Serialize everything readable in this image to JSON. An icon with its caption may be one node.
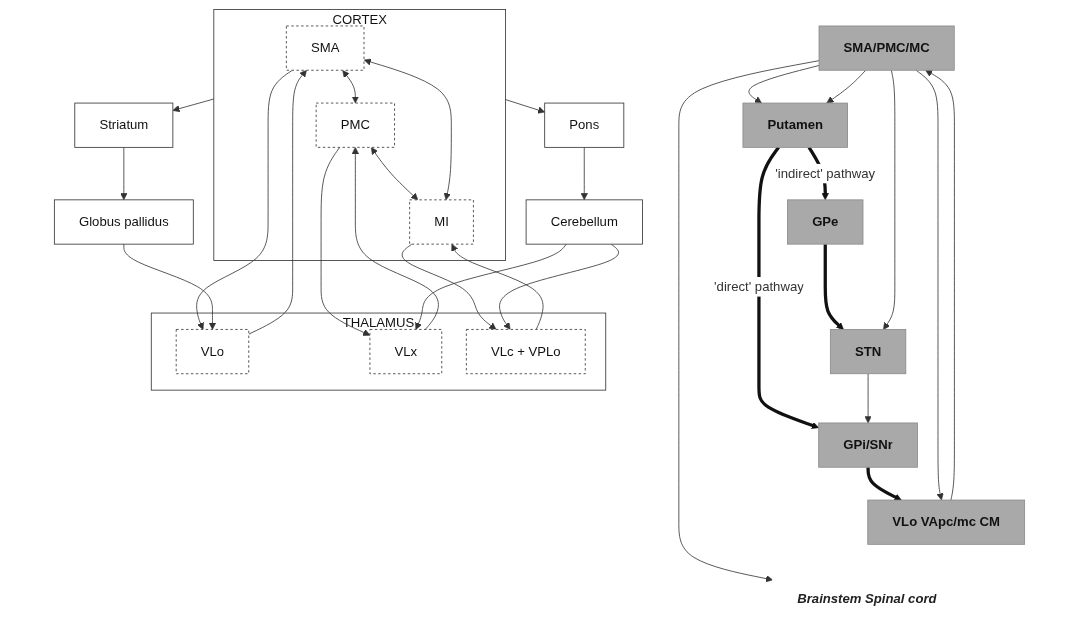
{
  "diagram": {
    "nodes": [
      {
        "text": [
          "SMA/PMC/MC"
        ]
      },
      {
        "text": [
          "Putamen"
        ]
      },
      {
        "text": [
          "GPe"
        ]
      },
      {
        "text": [
          "STN"
        ]
      },
      {
        "text": [
          "GPi/SNr"
        ]
      },
      {
        "text": [
          "VLo VApc/mc CM"
        ]
      },
      {
        "text": [
          "Brainstem Spinal cord"
        ]
      },
      {
        "text": [
          "CORTEX"
        ]
      },
      {
        "text": [
          "SMA"
        ],
        "in": 7
      },
      {
        "text": [
          "PMC"
        ],
        "in": 7
      },
      {
        "text": [
          "MI"
        ],
        "in": 7
      },
      {
        "text": [
          "THALAMUS"
        ]
      },
      {
        "text": [
          "VLo"
        ],
        "in": 11
      },
      {
        "text": [
          "VLx"
        ],
        "in": 11
      },
      {
        "text": [
          "VLc + VPLo"
        ],
        "in": 11
      },
      {
        "text": [
          "Striatum"
        ]
      },
      {
        "text": [
          "Globus pallidus"
        ]
      },
      {
        "text": [
          "Cerebellum"
        ]
      },
      {
        "text": [
          "Pons"
        ]
      }
    ],
    "edges": [
      {
        "from": 0,
        "to": 1,
        "arrow": "to"
      },
      {
        "from": 0,
        "to": 1,
        "arrow": "to"
      },
      {
        "from": 1,
        "to": 2,
        "arrow": "to",
        "label": "'indirect' pathway",
        "style": "thick"
      },
      {
        "from": 1,
        "to": 4,
        "arrow": "to",
        "label": "'direct' pathway",
        "style": "thick"
      },
      {
        "from": 2,
        "to": 3,
        "arrow": "to",
        "style": "thick"
      },
      {
        "from": 0,
        "to": 3,
        "arrow": "to"
      },
      {
        "from": 3,
        "to": 4,
        "arrow": "to"
      },
      {
        "from": 4,
        "to": 5,
        "arrow": "to",
        "style": "thick"
      },
      {
        "from": 0,
        "to": 5,
        "arrow": "to"
      },
      {
        "from": 5,
        "to": 0,
        "arrow": "to"
      },
      {
        "from": 0,
        "to": 6,
        "arrow": "to"
      },
      {
        "from": 8,
        "to": 9,
        "arrow": "both"
      },
      {
        "from": 9,
        "to": 10,
        "arrow": "both"
      },
      {
        "from": 8,
        "to": 10,
        "arrow": "both"
      },
      {
        "from": 12,
        "to": 8,
        "arrow": "to"
      },
      {
        "from": 8,
        "to": 12,
        "arrow": "to"
      },
      {
        "from": 13,
        "to": 9,
        "arrow": "to"
      },
      {
        "from": 9,
        "to": 13,
        "arrow": "to"
      },
      {
        "from": 14,
        "to": 10,
        "arrow": "to"
      },
      {
        "from": 10,
        "to": 14,
        "arrow": "to"
      },
      {
        "from": 7,
        "to": 15,
        "arrow": "to"
      },
      {
        "from": 7,
        "to": 18,
        "arrow": "to"
      },
      {
        "from": 15,
        "to": 16,
        "arrow": "to"
      },
      {
        "from": 16,
        "to": 12,
        "arrow": "to"
      },
      {
        "from": 17,
        "to": 13,
        "arrow": "to"
      },
      {
        "from": 17,
        "to": 14,
        "arrow": "to"
      },
      {
        "from": 18,
        "to": 17,
        "arrow": "to"
      }
    ]
  }
}
